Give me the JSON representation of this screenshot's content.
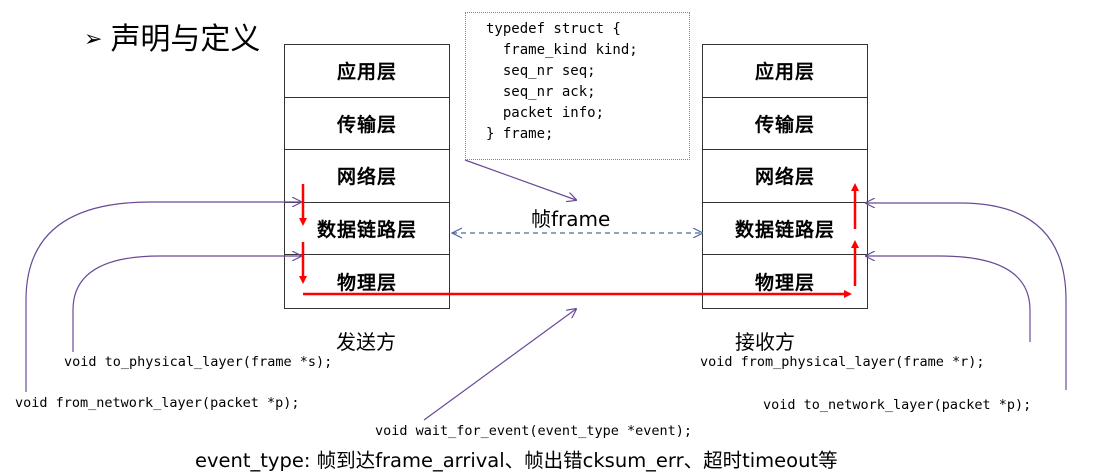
{
  "title": {
    "bullet": "➢",
    "text": "声明与定义"
  },
  "sender": {
    "label": "发送方",
    "layers": [
      "应用层",
      "传输层",
      "网络层",
      "数据链路层",
      "物理层"
    ]
  },
  "receiver": {
    "label": "接收方",
    "layers": [
      "应用层",
      "传输层",
      "网络层",
      "数据链路层",
      "物理层"
    ]
  },
  "frame_struct": {
    "lines": [
      "typedef struct {",
      "  frame_kind kind;",
      "  seq_nr seq;",
      "  seq_nr ack;",
      "  packet info;",
      "} frame;"
    ]
  },
  "frame_label": "帧frame",
  "functions": {
    "to_physical_layer": "void to_physical_layer(frame *s);",
    "from_network_layer": "void from_network_layer(packet *p);",
    "wait_for_event": "void wait_for_event(event_type *event);",
    "from_physical_layer": "void from_physical_layer(frame *r);",
    "to_network_layer": "void to_network_layer(packet *p);"
  },
  "footer": "event_type: 帧到达frame_arrival、帧出错cksum_err、超时timeout等",
  "colors": {
    "data_flow_arrow": "#ff0000",
    "callout_line": "#6a4a96",
    "peer_link": "#4a6aa0",
    "layer_border": "#333333"
  }
}
